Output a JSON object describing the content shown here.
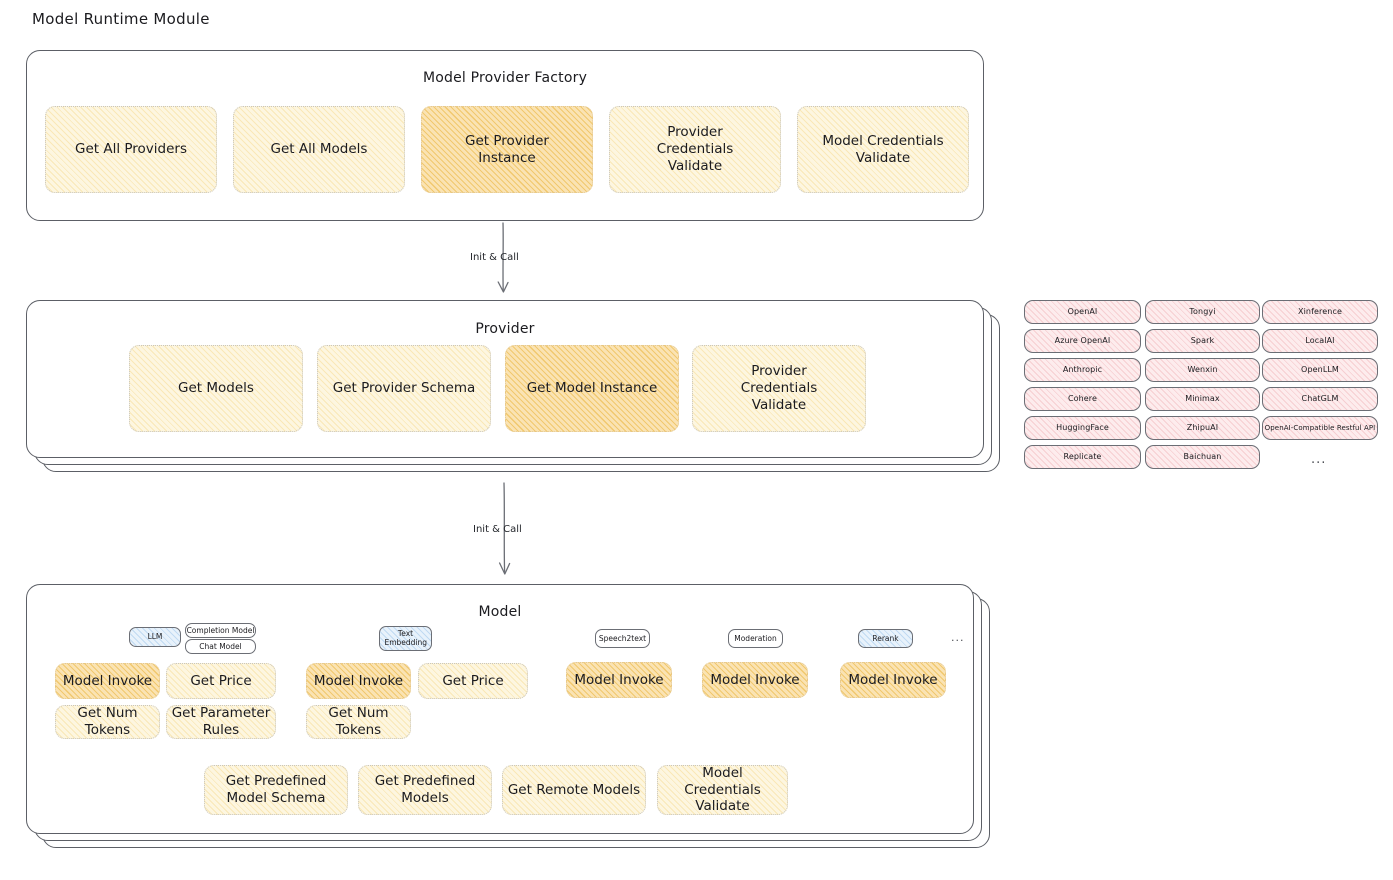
{
  "page": {
    "title": "Model Runtime Module"
  },
  "factory": {
    "title": "Model Provider Factory",
    "nodes": [
      {
        "label": "Get All Providers",
        "highlight": false
      },
      {
        "label": "Get All Models",
        "highlight": false
      },
      {
        "label": "Get Provider Instance",
        "highlight": true
      },
      {
        "label": "Provider Credentials Validate",
        "highlight": false
      },
      {
        "label": "Model Credentials Validate",
        "highlight": false
      }
    ]
  },
  "arrow_1": {
    "label": "Init & Call"
  },
  "provider": {
    "title": "Provider",
    "nodes": [
      {
        "label": "Get Models",
        "highlight": false
      },
      {
        "label": "Get Provider Schema",
        "highlight": false
      },
      {
        "label": "Get Model Instance",
        "highlight": true
      },
      {
        "label": "Provider Credentials Validate",
        "highlight": false
      }
    ]
  },
  "arrow_2": {
    "label": "Init & Call"
  },
  "provider_list": {
    "columns": [
      [
        "OpenAI",
        "Azure OpenAI",
        "Anthropic",
        "Cohere",
        "HuggingFace",
        "Replicate"
      ],
      [
        "Tongyi",
        "Spark",
        "Wenxin",
        "Minimax",
        "ZhipuAI",
        "Baichuan"
      ],
      [
        "Xinference",
        "LocalAI",
        "OpenLLM",
        "ChatGLM",
        "OpenAI-Compatible Restful API"
      ]
    ],
    "ellipsis": "..."
  },
  "model": {
    "title": "Model",
    "ellipsis": "...",
    "types": [
      {
        "tag": "LLM",
        "tag_style": "blue",
        "subtags": [
          "Completion Model",
          "Chat Model"
        ],
        "nodes": [
          "Model Invoke",
          "Get Price",
          "Get Num Tokens",
          "Get Parameter Rules"
        ]
      },
      {
        "tag": "Text Embedding",
        "tag_style": "blue",
        "subtags": [],
        "nodes": [
          "Model Invoke",
          "Get Price",
          "Get Num Tokens"
        ]
      },
      {
        "tag": "Speech2text",
        "tag_style": "white",
        "subtags": [],
        "nodes": [
          "Model Invoke"
        ]
      },
      {
        "tag": "Moderation",
        "tag_style": "white",
        "subtags": [],
        "nodes": [
          "Model Invoke"
        ]
      },
      {
        "tag": "Rerank",
        "tag_style": "blue",
        "subtags": [],
        "nodes": [
          "Model Invoke"
        ]
      }
    ],
    "common_nodes": [
      "Get Predefined Model Schema",
      "Get Predefined Models",
      "Get Remote Models",
      "Model Credentials Validate"
    ]
  },
  "colors": {
    "node_fill": "#fdf6e0",
    "node_fill_highlight": "#fae3b3",
    "chip_fill": "#fdeced",
    "tag_blue_fill": "#e8f2fb",
    "stroke": "#5c5f66",
    "text": "#1b1b1f"
  }
}
